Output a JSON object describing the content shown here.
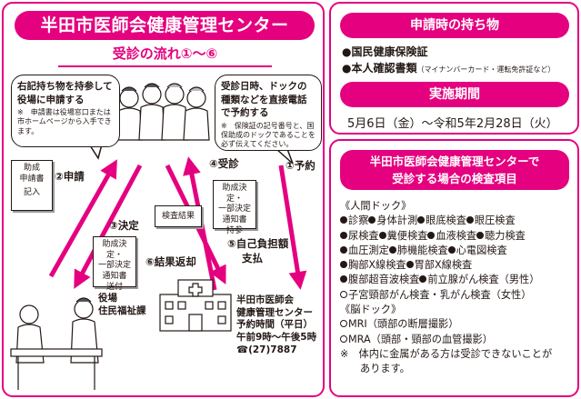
{
  "left": {
    "title": "半田市医師会健康管理センター",
    "subtitle": "受診の流れ①〜⑥",
    "bubble_left": {
      "main": "右記持ち物を持参して役場に申請する",
      "note": "※　申請書は役場窓口または市ホームページから入手できます。"
    },
    "bubble_right": {
      "main": "受診日時、ドックの種類などを直接電話で予約する",
      "note": "※　保険証の記号番号と、国保助成のドックであることを必ず伝えてください。"
    },
    "doc_application": [
      "助成",
      "申請書",
      "記入"
    ],
    "doc_results": "検査結果",
    "doc_notice_holding": [
      "助成決定・",
      "一部決定",
      "通知書",
      "持参"
    ],
    "doc_notice_sent": [
      "助成決定・",
      "一部決定",
      "通知書",
      "送付"
    ],
    "steps": {
      "s1": "①予約",
      "s2": "②申請",
      "s3": "③決定",
      "s4": "④受診",
      "s5a": "⑤自己負担額",
      "s5b": "支払",
      "s6": "⑥結果返却"
    },
    "city_office": [
      "役場",
      "住民福祉課"
    ],
    "center": {
      "name1": "半田市医師会",
      "name2": "健康管理センター",
      "hours_label": "予約時間（平日）",
      "hours": "午前9時〜午後5時",
      "phone": "☎(27)7887"
    }
  },
  "right_top": {
    "heading_items": "申請時の持ち物",
    "item1": "●国民健康保険証",
    "item2": "●本人確認書類",
    "item2_note": "（マイナンバーカード・運転免許証など）",
    "heading_period": "実施期間",
    "period": "5月6日（金）〜令和5年2月28日（火）"
  },
  "right_bottom": {
    "heading_line1": "半田市医師会健康管理センターで",
    "heading_line2": "受診する場合の検査項目",
    "human_dock_label": "《人間ドック》",
    "human_dock_rows": [
      [
        "診察",
        "身体計測",
        "眼底検査",
        "眼圧検査"
      ],
      [
        "尿検査",
        "糞便検査",
        "血液検査",
        "聴力検査"
      ],
      [
        "血圧測定",
        "肺機能検査",
        "心電図検査"
      ],
      [
        "胸部X線検査",
        "胃部X線検査"
      ],
      [
        "腹部超音波検査",
        "前立腺がん検査（男性）"
      ]
    ],
    "human_dock_optional": "子宮頸部がん検査・乳がん検査（女性）",
    "brain_dock_label": "《脳ドック》",
    "brain_mri": "MRI（頭部の断層撮影）",
    "brain_mra": "MRA（頭部・頸部の血管撮影）",
    "note_line1": "※　体内に金属がある方は受診できないことが",
    "note_line2": "あります。"
  },
  "colors": {
    "accent": "#e4007f",
    "text": "#231815"
  }
}
